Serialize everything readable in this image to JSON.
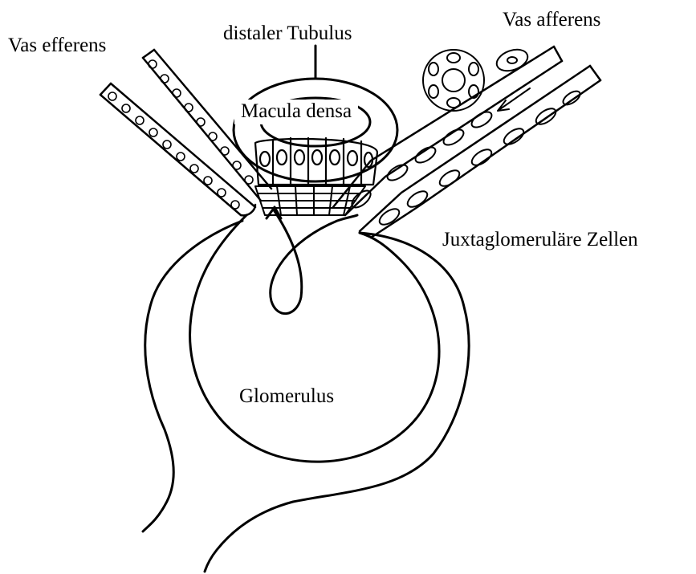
{
  "labels": {
    "vas_efferens": "Vas efferens",
    "distaler_tubulus": "distaler Tubulus",
    "vas_afferens": "Vas afferens",
    "macula_densa": "Macula densa",
    "juxtaglomerulaere_zellen": "Juxtaglomeruläre Zellen",
    "glomerulus": "Glomerulus"
  },
  "colors": {
    "ink": "#000000",
    "paper": "#ffffff"
  }
}
